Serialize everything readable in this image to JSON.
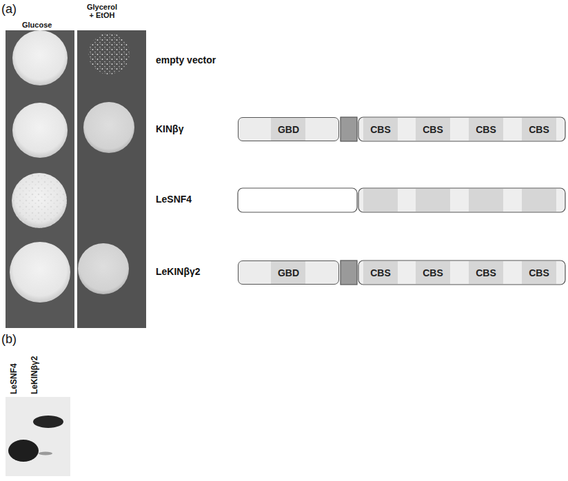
{
  "diagram": {
    "nodes": [
      {
        "text": [
          "GBD"
        ]
      },
      {
        "text": [
          "CBS"
        ]
      },
      {
        "text": [
          "CBS"
        ]
      },
      {
        "text": [
          "CBS"
        ]
      },
      {
        "text": [
          "CBS"
        ]
      },
      {
        "text": [
          "GBD"
        ]
      },
      {
        "text": [
          "CBS"
        ]
      },
      {
        "text": [
          "CBS"
        ]
      },
      {
        "text": [
          "CBS"
        ]
      },
      {
        "text": [
          "CBS"
        ]
      }
    ],
    "labels": [
      "(a)",
      "Glucose",
      "Glycerol + EtOH",
      "empty vector",
      "KINβγ",
      "LeSNF4",
      "LeKINβγ2",
      "(b)",
      "LeSNF4",
      "LeKINβγ2"
    ]
  }
}
